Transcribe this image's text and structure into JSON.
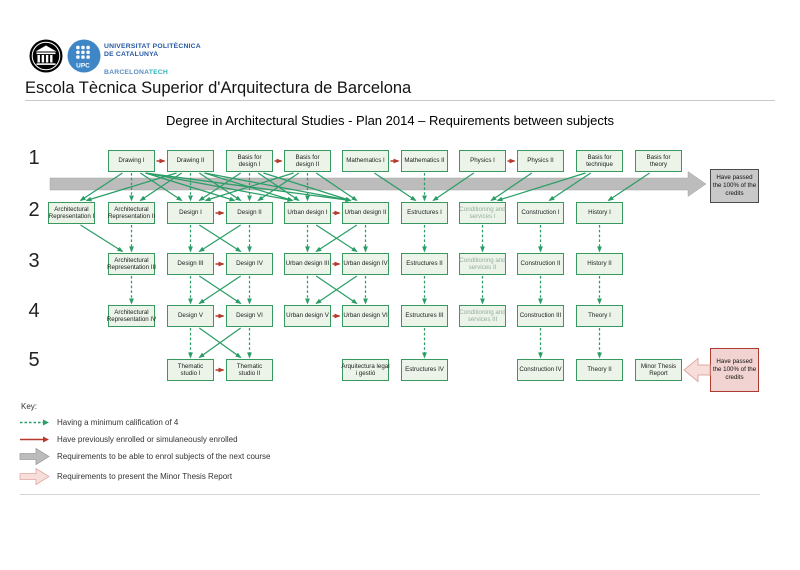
{
  "header": {
    "upc_acronym": "UPC",
    "university_line1": "UNIVERSITAT POLITÈCNICA",
    "university_line2": "DE CATALUNYA",
    "brand_main": "BARCELONA",
    "brand_accent": "TECH",
    "school_name": "Escola Tècnica Superior d'Arquitectura de Barcelona"
  },
  "title": "Degree in Architectural Studies - Plan 2014 – Requirements between subjects",
  "course_rows": [
    "1",
    "2",
    "3",
    "4",
    "5"
  ],
  "colors": {
    "green": "#2a9e66",
    "red": "#b6392b",
    "gray_band": "#bcbcbc",
    "gray_band_stroke": "#a6a6a6",
    "pink_fill": "#f7dedb",
    "pink_stroke": "#dfa9a1",
    "box_fill": "#ecf4e9",
    "box_border": "#37995f"
  },
  "diagram": {
    "subjects": [
      {
        "id": "d1",
        "label": "Drawing I",
        "row": 1,
        "col": 1
      },
      {
        "id": "d2",
        "label": "Drawing II",
        "row": 1,
        "col": 2
      },
      {
        "id": "bd1",
        "label": "Basis for\ndesign I",
        "row": 1,
        "col": 3
      },
      {
        "id": "bd2",
        "label": "Basis for\ndesign II",
        "row": 1,
        "col": 4
      },
      {
        "id": "m1",
        "label": "Mathematics I",
        "row": 1,
        "col": 5
      },
      {
        "id": "m2",
        "label": "Mathematics II",
        "row": 1,
        "col": 6
      },
      {
        "id": "p1",
        "label": "Physics I",
        "row": 1,
        "col": 7
      },
      {
        "id": "p2",
        "label": "Physics II",
        "row": 1,
        "col": 8
      },
      {
        "id": "bte",
        "label": "Basis for\ntechnique",
        "row": 1,
        "col": 9
      },
      {
        "id": "bth",
        "label": "Basis for\ntheory",
        "row": 1,
        "col": 10
      },
      {
        "id": "ar1",
        "label": "Architectural\nRepresentation I",
        "row": 2,
        "col": 0
      },
      {
        "id": "ar2",
        "label": "Architectural\nRepresentation II",
        "row": 2,
        "col": 1
      },
      {
        "id": "ds1",
        "label": "Design I",
        "row": 2,
        "col": 2
      },
      {
        "id": "ds2",
        "label": "Design II",
        "row": 2,
        "col": 3
      },
      {
        "id": "u1",
        "label": "Urban design I",
        "row": 2,
        "col": 4
      },
      {
        "id": "u2",
        "label": "Urban design II",
        "row": 2,
        "col": 5
      },
      {
        "id": "e1",
        "label": "Estructures I",
        "row": 2,
        "col": 6
      },
      {
        "id": "cs1",
        "label": "Conditioning and\nservices I",
        "row": 2,
        "col": 7,
        "muted": true
      },
      {
        "id": "c1",
        "label": "Construction I",
        "row": 2,
        "col": 8
      },
      {
        "id": "h1",
        "label": "History I",
        "row": 2,
        "col": 9
      },
      {
        "id": "ar3",
        "label": "Architectural\nRepresentation III",
        "row": 3,
        "col": 1
      },
      {
        "id": "ds3",
        "label": "Design III",
        "row": 3,
        "col": 2
      },
      {
        "id": "ds4",
        "label": "Design IV",
        "row": 3,
        "col": 3
      },
      {
        "id": "u3",
        "label": "Urban design III",
        "row": 3,
        "col": 4
      },
      {
        "id": "u4",
        "label": "Urban design IV",
        "row": 3,
        "col": 5
      },
      {
        "id": "e2",
        "label": "Estructures II",
        "row": 3,
        "col": 6
      },
      {
        "id": "cs2",
        "label": "Conditioning and\nservices II",
        "row": 3,
        "col": 7,
        "muted": true
      },
      {
        "id": "c2",
        "label": "Construction II",
        "row": 3,
        "col": 8
      },
      {
        "id": "h2",
        "label": "History II",
        "row": 3,
        "col": 9
      },
      {
        "id": "ar4",
        "label": "Architectural\nRepresentation IV",
        "row": 4,
        "col": 1
      },
      {
        "id": "ds5",
        "label": "Design V",
        "row": 4,
        "col": 2
      },
      {
        "id": "ds6",
        "label": "Design VI",
        "row": 4,
        "col": 3
      },
      {
        "id": "u5",
        "label": "Urban design V",
        "row": 4,
        "col": 4
      },
      {
        "id": "u6",
        "label": "Urban design VI",
        "row": 4,
        "col": 5
      },
      {
        "id": "e3",
        "label": "Estructures III",
        "row": 4,
        "col": 6
      },
      {
        "id": "cs3",
        "label": "Conditioning and\nservices III",
        "row": 4,
        "col": 7,
        "muted": true
      },
      {
        "id": "c3",
        "label": "Construction III",
        "row": 4,
        "col": 8
      },
      {
        "id": "t1",
        "label": "Theory I",
        "row": 4,
        "col": 9
      },
      {
        "id": "ts1",
        "label": "Thematic\nstudio I",
        "row": 5,
        "col": 2
      },
      {
        "id": "ts2",
        "label": "Thematic\nstudio II",
        "row": 5,
        "col": 3
      },
      {
        "id": "alg",
        "label": "Arquitectura legal\ni gestió",
        "row": 5,
        "col": 5
      },
      {
        "id": "e4",
        "label": "Estructures IV",
        "row": 5,
        "col": 6
      },
      {
        "id": "c4",
        "label": "Construction IV",
        "row": 5,
        "col": 8
      },
      {
        "id": "t2",
        "label": "Theory II",
        "row": 5,
        "col": 9
      },
      {
        "id": "mtr",
        "label": "Minor Thesis\nReport",
        "row": 5,
        "col": 10
      }
    ],
    "green_links": [
      [
        "d1",
        "ar1"
      ],
      [
        "d1",
        "ar2"
      ],
      [
        "d1",
        "ds1"
      ],
      [
        "d1",
        "ds2"
      ],
      [
        "d1",
        "u1"
      ],
      [
        "d1",
        "u2"
      ],
      [
        "d2",
        "ar1"
      ],
      [
        "d2",
        "ar2"
      ],
      [
        "d2",
        "ds1"
      ],
      [
        "d2",
        "ds2"
      ],
      [
        "d2",
        "u1"
      ],
      [
        "d2",
        "u2"
      ],
      [
        "bd1",
        "ds1"
      ],
      [
        "bd1",
        "ds2"
      ],
      [
        "bd1",
        "u1"
      ],
      [
        "bd1",
        "u2"
      ],
      [
        "bd2",
        "ds1"
      ],
      [
        "bd2",
        "ds2"
      ],
      [
        "bd2",
        "u1"
      ],
      [
        "bd2",
        "u2"
      ],
      [
        "m1",
        "e1"
      ],
      [
        "m2",
        "e1"
      ],
      [
        "p1",
        "e1"
      ],
      [
        "p2",
        "cs1"
      ],
      [
        "bte",
        "cs1"
      ],
      [
        "bte",
        "c1"
      ],
      [
        "bth",
        "h1"
      ],
      [
        "ar1",
        "ar3"
      ],
      [
        "ar2",
        "ar3"
      ],
      [
        "ds1",
        "ds3"
      ],
      [
        "ds1",
        "ds4"
      ],
      [
        "ds2",
        "ds3"
      ],
      [
        "ds2",
        "ds4"
      ],
      [
        "u1",
        "u3"
      ],
      [
        "u1",
        "u4"
      ],
      [
        "u2",
        "u3"
      ],
      [
        "u2",
        "u4"
      ],
      [
        "e1",
        "e2"
      ],
      [
        "cs1",
        "cs2"
      ],
      [
        "c1",
        "c2"
      ],
      [
        "h1",
        "h2"
      ],
      [
        "ar3",
        "ar4"
      ],
      [
        "ds3",
        "ds5"
      ],
      [
        "ds3",
        "ds6"
      ],
      [
        "ds4",
        "ds5"
      ],
      [
        "ds4",
        "ds6"
      ],
      [
        "u3",
        "u5"
      ],
      [
        "u3",
        "u6"
      ],
      [
        "u4",
        "u5"
      ],
      [
        "u4",
        "u6"
      ],
      [
        "e2",
        "e3"
      ],
      [
        "cs2",
        "cs3"
      ],
      [
        "c2",
        "c3"
      ],
      [
        "h2",
        "t1"
      ],
      [
        "ds5",
        "ts1"
      ],
      [
        "ds5",
        "ts2"
      ],
      [
        "ds6",
        "ts1"
      ],
      [
        "ds6",
        "ts2"
      ],
      [
        "e3",
        "e4"
      ],
      [
        "c3",
        "c4"
      ],
      [
        "t1",
        "t2"
      ]
    ],
    "red_links": [
      [
        "d1",
        "d2"
      ],
      [
        "bd1",
        "bd2"
      ],
      [
        "m1",
        "m2"
      ],
      [
        "p1",
        "p2"
      ],
      [
        "ds1",
        "ds2"
      ],
      [
        "u1",
        "u2"
      ],
      [
        "ds3",
        "ds4"
      ],
      [
        "u3",
        "u4"
      ],
      [
        "ds5",
        "ds6"
      ],
      [
        "u5",
        "u6"
      ],
      [
        "ts1",
        "ts2"
      ]
    ],
    "gray_banner": {
      "label": "Have passed\nthe 100% of the\ncredits"
    },
    "pink_banner": {
      "label": "Have passed\nthe 100% of the\ncredits"
    }
  },
  "key": {
    "title": "Key:",
    "items": [
      {
        "type": "green-dashed",
        "label": "Having a minimum calification of 4"
      },
      {
        "type": "red-solid",
        "label": "Have previously enrolled or simulaneously enrolled"
      },
      {
        "type": "gray-block",
        "label": "Requirements to be able to enrol subjects of the next course"
      },
      {
        "type": "pink-block",
        "label": "Requirements to present the Minor Thesis Report"
      }
    ]
  }
}
